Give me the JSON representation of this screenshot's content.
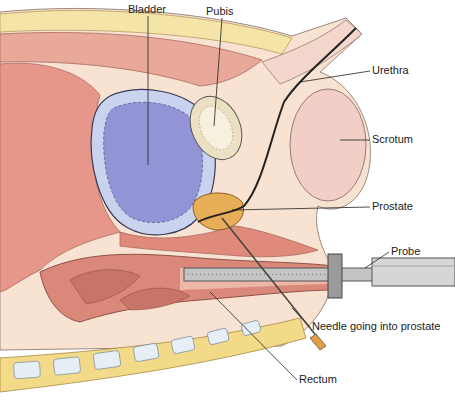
{
  "diagram": {
    "labels": [
      "Bladder",
      "Pubis",
      "Urethra",
      "Scrotum",
      "Prostate",
      "Probe",
      "Needle going into prostate",
      "Rectum"
    ]
  }
}
